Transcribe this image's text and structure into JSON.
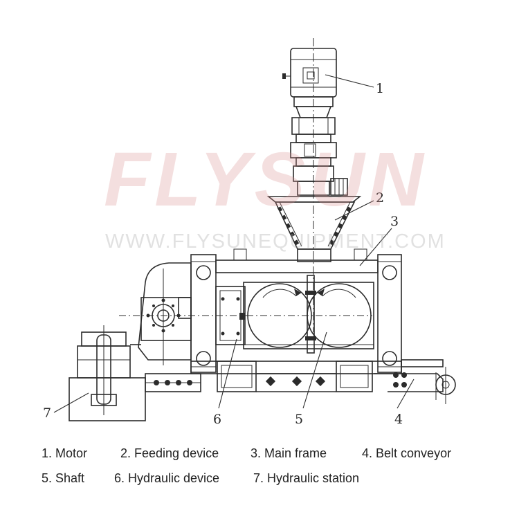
{
  "watermark": {
    "brand": "FLYSUN",
    "url": "WWW.FLYSUNEQUIPMENT.COM"
  },
  "callouts": [
    "1",
    "2",
    "3",
    "4",
    "5",
    "6",
    "7"
  ],
  "legend": {
    "row1": [
      "1. Motor",
      "2. Feeding device",
      "3. Main frame",
      "4. Belt conveyor"
    ],
    "row2": [
      "5. Shaft",
      "6. Hydraulic device",
      "7. Hydraulic station"
    ]
  },
  "colors": {
    "line": "#2b2b2b",
    "watermark": "#d78c8c"
  }
}
